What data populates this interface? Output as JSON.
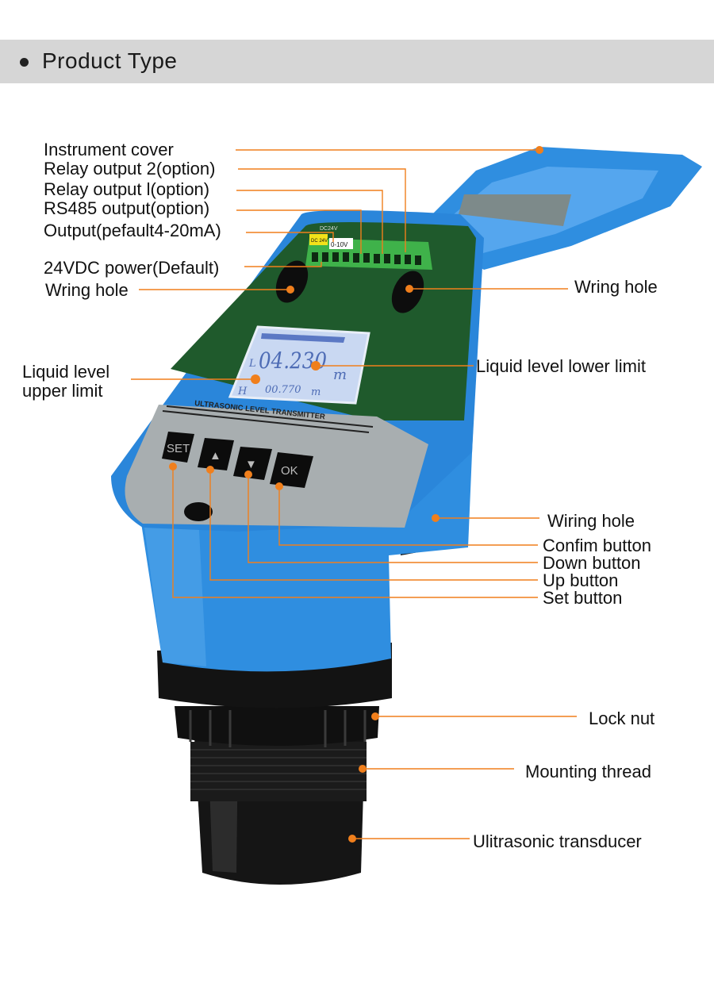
{
  "header": {
    "title": "Product Type"
  },
  "device": {
    "brand_text": "ULTRASONIC LEVEL TRANSMITTER",
    "display": {
      "lower_prefix": "L",
      "lower_value": "04.230",
      "lower_unit": "m",
      "upper_prefix": "H",
      "upper_value": "00.770",
      "upper_unit": "m"
    },
    "terminal_labels": {
      "power": "DC 24V",
      "voltage": "0-10V",
      "top": "DC24V"
    },
    "buttons": [
      "SET",
      "▲",
      "▼",
      "OK"
    ]
  },
  "labels": {
    "instrument_cover": "Instrument cover",
    "relay_output_2": "Relay output 2(option)",
    "relay_output_1": "Relay output l(option)",
    "rs485_output": "RS485 output(option)",
    "output": "Output(pefault4-20mA)",
    "power": "24VDC power(Default)",
    "wiring_hole_left": "Wring hole",
    "wiring_hole_right": "Wring hole",
    "upper_limit_line1": "Liquid level",
    "upper_limit_line2": "upper limit",
    "lower_limit": "Liquid level lower limit",
    "wiring_hole_side": "Wiring hole",
    "confirm_button": "Confim button",
    "down_button": "Down button",
    "up_button": "Up button",
    "set_button": "Set button",
    "lock_nut": "Lock nut",
    "mounting_thread": "Mounting thread",
    "transducer": "Ulitrasonic transducer"
  },
  "colors": {
    "accent": "#f07f1c",
    "body": "#2f8ee0",
    "board": "#1f5a2c",
    "header_bg": "#d6d6d6"
  }
}
